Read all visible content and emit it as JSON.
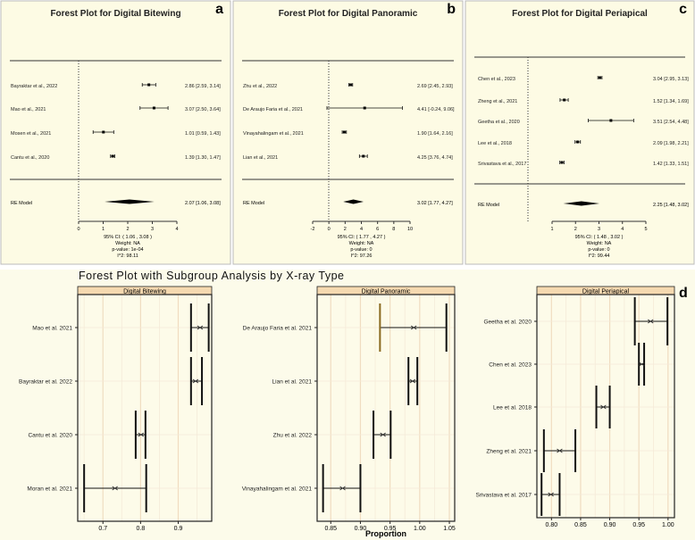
{
  "colors": {
    "top_panel_bg": "#fdfbe4",
    "bottom_bg": "#fcfbea",
    "strip_bg": "#f5d9b0",
    "grid": "#f0dcc0",
    "mark": "#111111",
    "highlight_bar": "#8a6a20"
  },
  "chart_data": [
    {
      "type": "forest",
      "panel_label": "a",
      "title": "Forest Plot for Digital Bitewing",
      "xlim": [
        0,
        4
      ],
      "xticks": [
        "0",
        "1",
        "2",
        "3",
        "4"
      ],
      "reference_line": 0,
      "studies": [
        {
          "label": "Bayraktar et al., 2022",
          "est": 2.86,
          "lo": 2.59,
          "hi": 3.14,
          "text": "2.86 [2.59, 3.14]"
        },
        {
          "label": "Mao et al., 2021",
          "est": 3.07,
          "lo": 2.5,
          "hi": 3.64,
          "text": "3.07 [2.50, 3.64]"
        },
        {
          "label": "Mosen et al., 2021",
          "est": 1.01,
          "lo": 0.59,
          "hi": 1.43,
          "text": "1.01 [0.59, 1.43]"
        },
        {
          "label": "Cantu et al., 2020",
          "est": 1.39,
          "lo": 1.3,
          "hi": 1.47,
          "text": "1.39 [1.30, 1.47]"
        }
      ],
      "summary": {
        "label": "RE Model",
        "est": 2.07,
        "lo": 1.06,
        "hi": 3.08,
        "text": "2.07 [1.06, 3.08]"
      },
      "stats": [
        "95% CI: ( 1.06 , 3.08 )",
        "Weight: NA",
        "p-value: 1e-04",
        "I^2: 98.11"
      ]
    },
    {
      "type": "forest",
      "panel_label": "b",
      "title": "Forest Plot for Digital Panoramic",
      "xlim": [
        -2,
        10
      ],
      "xticks": [
        "-2",
        "0",
        "2",
        "4",
        "6",
        "8",
        "10"
      ],
      "reference_line": 0,
      "studies": [
        {
          "label": "Zhu et al., 2022",
          "est": 2.69,
          "lo": 2.45,
          "hi": 2.93,
          "text": "2.69 [2.45, 2.93]"
        },
        {
          "label": "De Araujo Faria et al., 2021",
          "est": 4.41,
          "lo": -0.24,
          "hi": 9.06,
          "text": "4.41 [-0.24, 9.06]"
        },
        {
          "label": "Vinayahalingam et al., 2021",
          "est": 1.9,
          "lo": 1.64,
          "hi": 2.16,
          "text": "1.90 [1.64, 2.16]"
        },
        {
          "label": "Lian et al., 2021",
          "est": 4.25,
          "lo": 3.76,
          "hi": 4.74,
          "text": "4.25 [3.76, 4.74]"
        }
      ],
      "summary": {
        "label": "RE Model",
        "est": 3.02,
        "lo": 1.77,
        "hi": 4.27,
        "text": "3.02 [1.77, 4.27]"
      },
      "stats": [
        "95% CI: ( 1.77 , 4.27 )",
        "Weight: NA",
        "p-value: 0",
        "I^2: 97.26"
      ]
    },
    {
      "type": "forest",
      "panel_label": "c",
      "title": "Forest Plot for Digital Periapical",
      "xlim": [
        1,
        5
      ],
      "xticks": [
        "1",
        "2",
        "3",
        "4",
        "5"
      ],
      "reference_line": 0,
      "studies": [
        {
          "label": "Chen et al., 2023",
          "est": 3.04,
          "lo": 2.95,
          "hi": 3.13,
          "text": "3.04 [2.95, 3.13]"
        },
        {
          "label": "Zheng et al., 2021",
          "est": 1.52,
          "lo": 1.34,
          "hi": 1.69,
          "text": "1.52 [1.34, 1.69]"
        },
        {
          "label": "Geetha et al., 2020",
          "est": 3.51,
          "lo": 2.54,
          "hi": 4.48,
          "text": "3.51 [2.54, 4.48]"
        },
        {
          "label": "Lee et al., 2018",
          "est": 2.09,
          "lo": 1.98,
          "hi": 2.21,
          "text": "2.09 [1.98, 2.21]"
        },
        {
          "label": "Srivastava et al., 2017",
          "est": 1.42,
          "lo": 1.33,
          "hi": 1.51,
          "text": "1.42 [1.33, 1.51]"
        }
      ],
      "summary": {
        "label": "RE Model",
        "est": 2.25,
        "lo": 1.48,
        "hi": 3.02,
        "text": "2.25 [1.48, 3.02]"
      },
      "stats": [
        "95% CI: ( 1.48 , 3.02 )",
        "Weight: NA",
        "p-value: 0",
        "I^2: 99.44"
      ]
    },
    {
      "type": "forest-subgroup",
      "panel_label": "d",
      "title": "Forest Plot with Subgroup Analysis by X-ray Type",
      "xlabel": "Proportion",
      "grid": true,
      "panels": [
        {
          "strip": "Digital Bitewing",
          "xlim": [
            0.633,
            0.989
          ],
          "xticks": [
            0.7,
            0.8,
            0.9
          ],
          "xtick_labels": [
            "0.7",
            "0.8",
            "0.9"
          ],
          "studies": [
            {
              "label": "Mao et al. 2021",
              "est": 0.958,
              "lo": 0.934,
              "hi": 0.981
            },
            {
              "label": "Bayraktar et al. 2022",
              "est": 0.946,
              "lo": 0.934,
              "hi": 0.963
            },
            {
              "label": "Cantu et al. 2020",
              "est": 0.801,
              "lo": 0.787,
              "hi": 0.813
            },
            {
              "label": "Moran et al. 2021",
              "est": 0.732,
              "lo": 0.65,
              "hi": 0.815
            }
          ]
        },
        {
          "strip": "Digital Panoramic",
          "xlim": [
            0.827,
            1.059
          ],
          "xticks": [
            0.85,
            0.9,
            0.95,
            1.0,
            1.05
          ],
          "xtick_labels": [
            "0.85",
            "0.90",
            "0.95",
            "1.00",
            "1.05"
          ],
          "studies": [
            {
              "label": "De Araujo Faria et al. 2021",
              "est": 0.99,
              "lo": 0.933,
              "hi": 1.045
            },
            {
              "label": "Lian et al. 2021",
              "est": 0.988,
              "lo": 0.981,
              "hi": 0.996
            },
            {
              "label": "Zhu et al. 2022",
              "est": 0.938,
              "lo": 0.922,
              "hi": 0.951
            },
            {
              "label": "Vinayahalingam et al. 2021",
              "est": 0.87,
              "lo": 0.837,
              "hi": 0.9
            }
          ]
        },
        {
          "strip": "Digital Periapical",
          "xlim": [
            0.775,
            1.011
          ],
          "xticks": [
            0.8,
            0.85,
            0.9,
            0.95,
            1.0
          ],
          "xtick_labels": [
            "0.80",
            "0.85",
            "0.90",
            "0.95",
            "1.00"
          ],
          "studies": [
            {
              "label": "Geetha et al. 2020",
              "est": 0.97,
              "lo": 0.943,
              "hi": 0.999
            },
            {
              "label": "Chen et al. 2023",
              "est": 0.955,
              "lo": 0.95,
              "hi": 0.959
            },
            {
              "label": "Lee et al. 2018",
              "est": 0.889,
              "lo": 0.877,
              "hi": 0.9
            },
            {
              "label": "Zheng et al. 2021",
              "est": 0.814,
              "lo": 0.787,
              "hi": 0.841
            },
            {
              "label": "Srivastava et al. 2017",
              "est": 0.799,
              "lo": 0.783,
              "hi": 0.814
            }
          ]
        }
      ]
    }
  ]
}
